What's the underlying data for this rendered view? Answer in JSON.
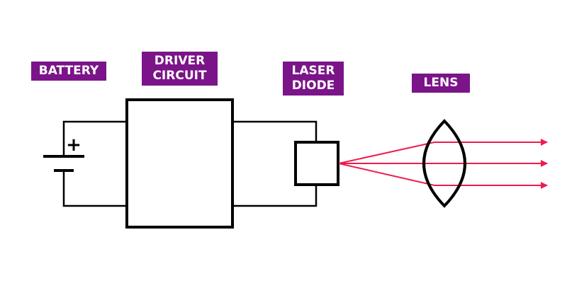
{
  "colors": {
    "label_bg": "#7b1488",
    "label_text": "#ffffff",
    "wire": "#000000",
    "beam": "#ee1c4c"
  },
  "labels": {
    "battery": [
      "BATTERY"
    ],
    "driver": [
      "DRIVER",
      "CIRCUIT"
    ],
    "laser": [
      "LASER",
      "DIODE"
    ],
    "lens": [
      "LENS"
    ]
  },
  "battery": {
    "polarity_symbol": "+"
  }
}
